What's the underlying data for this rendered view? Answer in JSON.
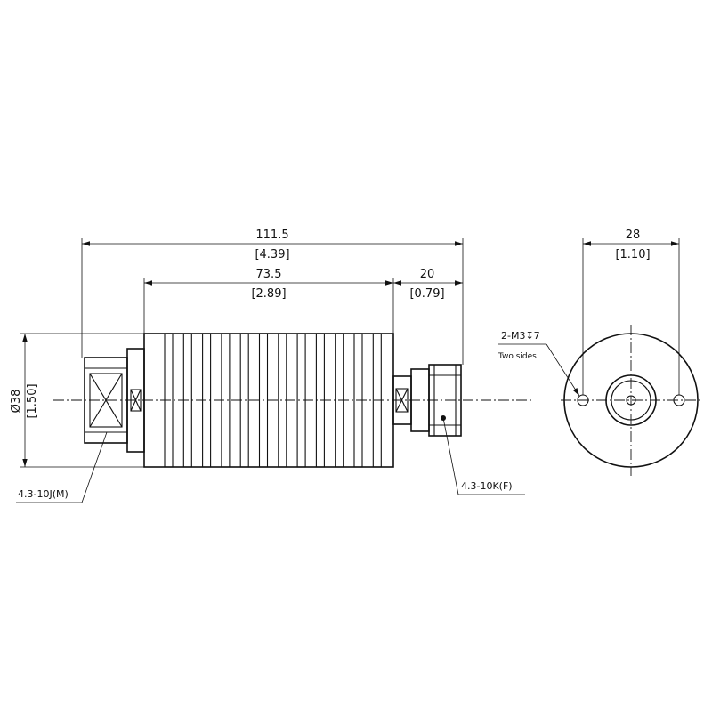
{
  "drawing": {
    "dimensions": {
      "overall_length": {
        "value": "111.5",
        "inch": "[4.39]"
      },
      "body_length": {
        "value": "73.5",
        "inch": "[2.89]"
      },
      "connector_length": {
        "value": "20",
        "inch": "[0.79]"
      },
      "diameter": {
        "value": "Ø38",
        "inch": "[1.50]"
      },
      "hole_spacing": {
        "value": "28",
        "inch": "[1.10]"
      }
    },
    "callouts": {
      "left_connector": "4.3-10J(M)",
      "right_connector": "4.3-10K(F)",
      "mount_holes": "2-M3↧7",
      "mount_holes_note": "Two sides"
    }
  }
}
